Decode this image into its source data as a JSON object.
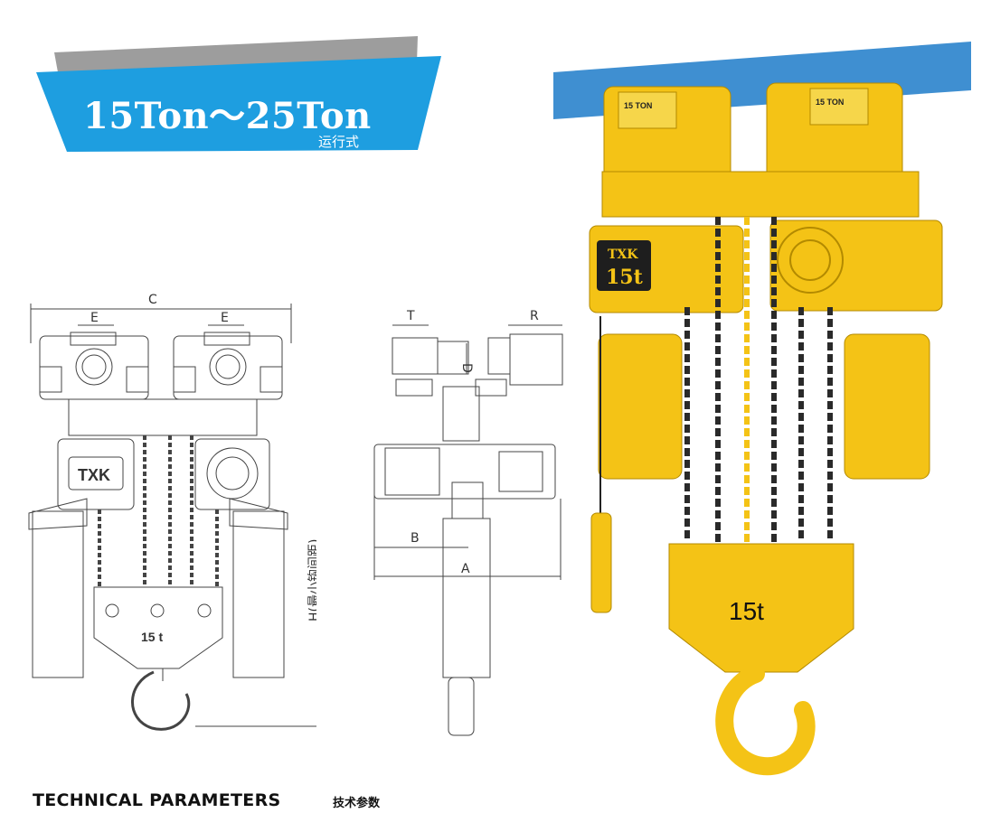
{
  "header": {
    "title": "15Ton～25Ton",
    "subtitle": "运行式",
    "colors": {
      "banner_blue": "#1e9ee0",
      "banner_gray": "#9a9a9a"
    }
  },
  "drawing": {
    "front_labels": {
      "c": "C",
      "e_left": "E",
      "e_right": "E",
      "h": "H(最小钩间距)"
    },
    "front_brand": "TXK",
    "front_block_text": "15 t",
    "side_labels": {
      "t": "T",
      "r": "R",
      "d": "D",
      "b": "B",
      "a": "A"
    }
  },
  "photo": {
    "brand": "TXK",
    "capacity_motor": "15t",
    "plate_text": "15 TON",
    "block_text": "15t",
    "colors": {
      "beam_blue": "#3f8fd1",
      "hoist_yellow": "#f4c316",
      "chain_dark": "#2a2a2a"
    }
  },
  "footer": {
    "title": "TECHNICAL PARAMETERS",
    "subtitle": "技术参数"
  }
}
